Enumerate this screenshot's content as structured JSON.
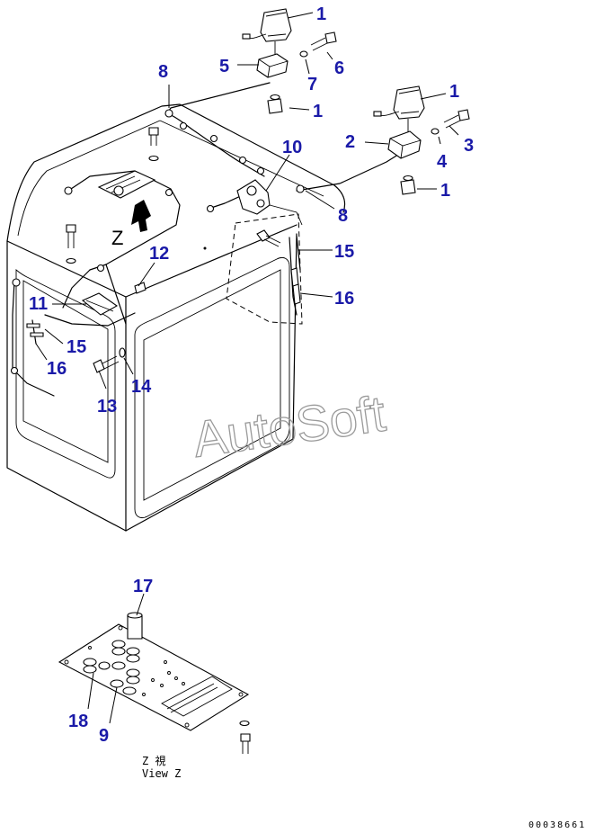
{
  "callouts": [
    {
      "id": "c1a",
      "text": "1"
    },
    {
      "id": "c1b",
      "text": "1"
    },
    {
      "id": "c1c",
      "text": "1"
    },
    {
      "id": "c1d",
      "text": "1"
    },
    {
      "id": "c2",
      "text": "2"
    },
    {
      "id": "c3",
      "text": "3"
    },
    {
      "id": "c4",
      "text": "4"
    },
    {
      "id": "c5",
      "text": "5"
    },
    {
      "id": "c6",
      "text": "6"
    },
    {
      "id": "c7",
      "text": "7"
    },
    {
      "id": "c8a",
      "text": "8"
    },
    {
      "id": "c8b",
      "text": "8"
    },
    {
      "id": "c9",
      "text": "9"
    },
    {
      "id": "c10",
      "text": "10"
    },
    {
      "id": "c11",
      "text": "11"
    },
    {
      "id": "c12",
      "text": "12"
    },
    {
      "id": "c13",
      "text": "13"
    },
    {
      "id": "c14",
      "text": "14"
    },
    {
      "id": "c15a",
      "text": "15"
    },
    {
      "id": "c15b",
      "text": "15"
    },
    {
      "id": "c16a",
      "text": "16"
    },
    {
      "id": "c16b",
      "text": "16"
    },
    {
      "id": "c17",
      "text": "17"
    },
    {
      "id": "c18",
      "text": "18"
    }
  ],
  "view_marker": "Z",
  "view_caption_jp": "Z 視",
  "view_caption_en": "View Z",
  "watermark": "AutoSoft",
  "drawing_code": "00038661",
  "colors": {
    "callout": "#1a1aa8",
    "line": "#000000",
    "watermark": "#9a9a9a"
  }
}
